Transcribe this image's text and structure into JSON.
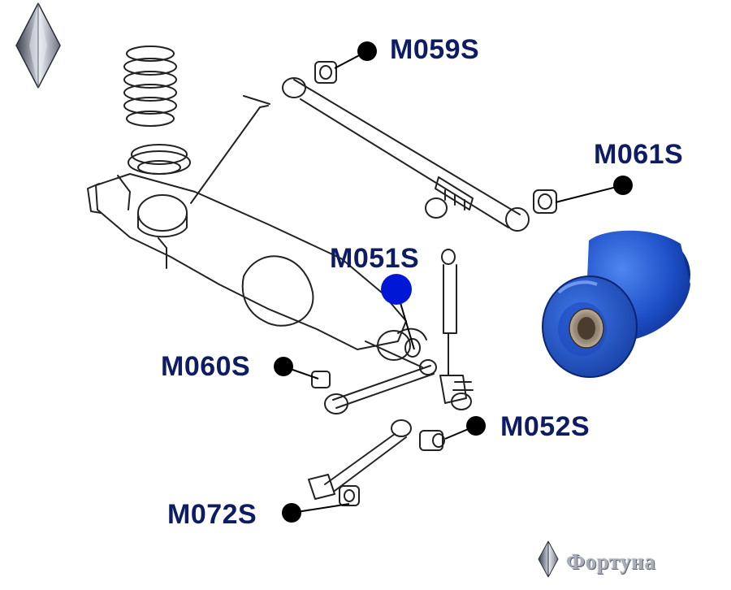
{
  "colors": {
    "label_text": "#0d1c63",
    "callout_dot": "#000000",
    "highlight_dot": "#0018d6",
    "bushing_blue": "#1e4fc9",
    "line_art": "#222222"
  },
  "part_labels": {
    "m059": "M059S",
    "m061": "M061S",
    "m051": "M051S",
    "m060": "M060S",
    "m052": "M052S",
    "m072": "M072S"
  },
  "brand": {
    "name": "Фортуна",
    "logo_icon": "diamond-logo-icon"
  }
}
